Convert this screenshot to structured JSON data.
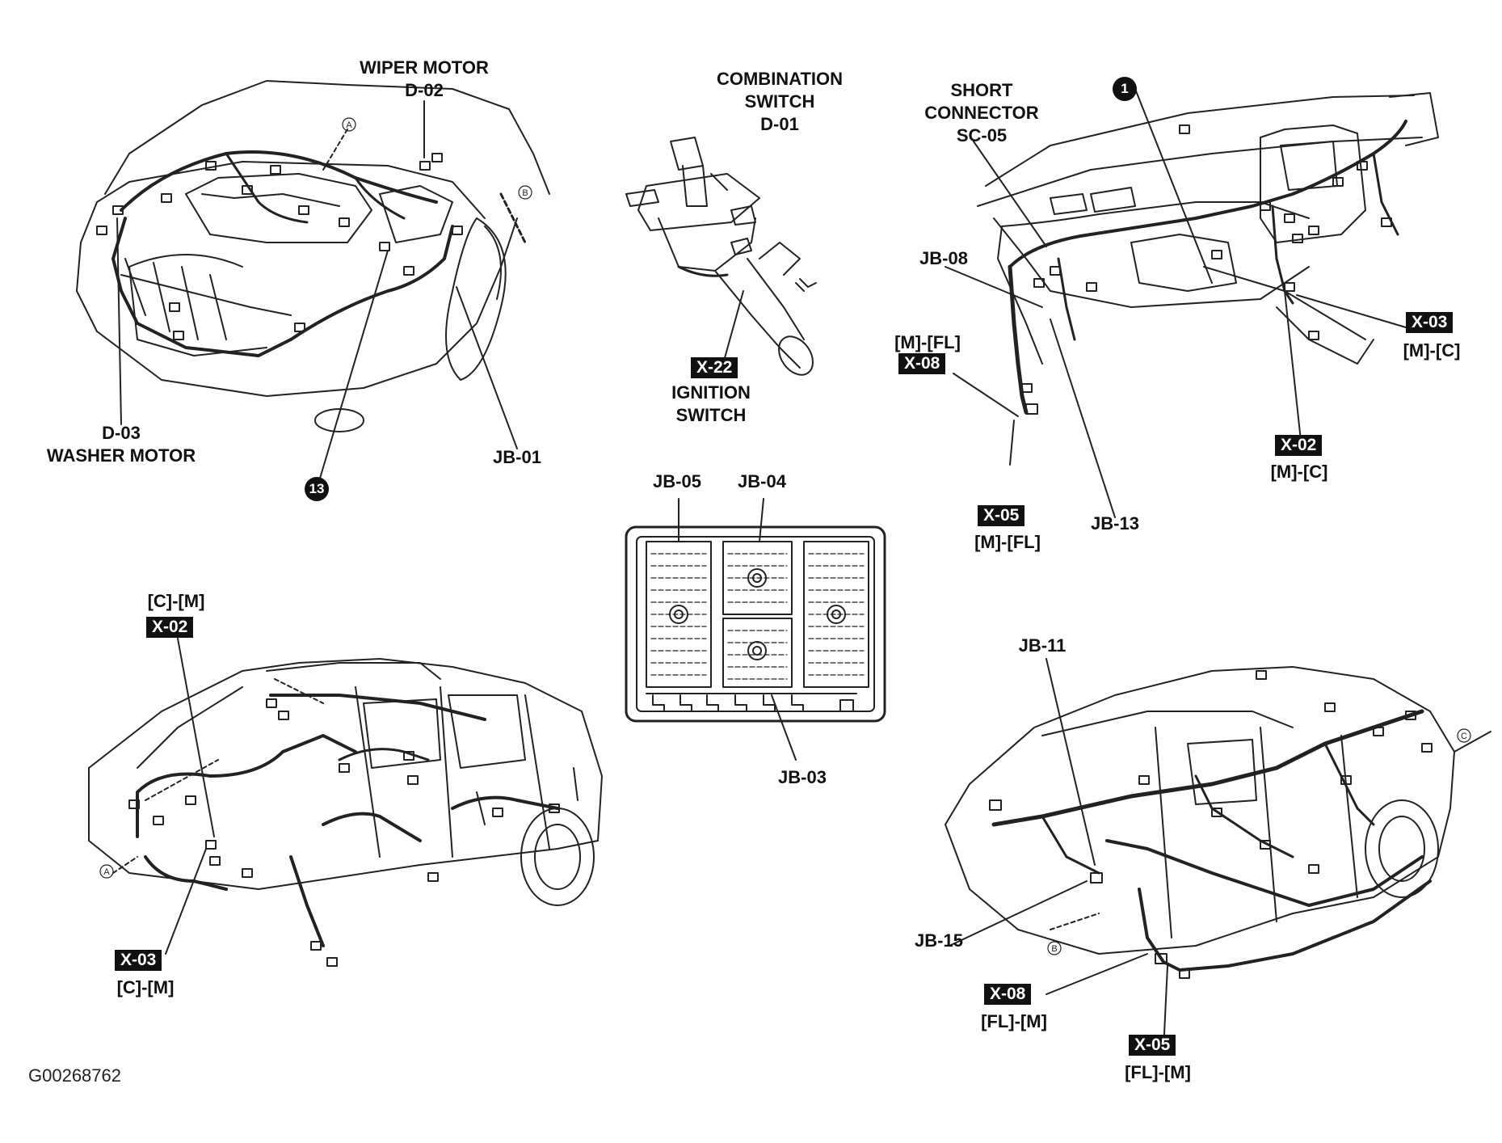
{
  "labels": {
    "wiper_motor_name": "WIPER MOTOR",
    "wiper_motor_code": "D-02",
    "combination_switch_line1": "COMBINATION",
    "combination_switch_line2": "SWITCH",
    "combination_switch_code": "D-01",
    "short_connector_line1": "SHORT",
    "short_connector_line2": "CONNECTOR",
    "short_connector_code": "SC-05",
    "washer_motor_code": "D-03",
    "washer_motor_name": "WASHER MOTOR",
    "jb01": "JB-01",
    "ignition_code": "X-22",
    "ignition_line1": "IGNITION",
    "ignition_line2": "SWITCH",
    "jb08": "JB-08",
    "x08_top_sub": "[M]-[FL]",
    "x08_top": "X-08",
    "x03_right": "X-03",
    "x03_right_sub": "[M]-[C]",
    "x02_right": "X-02",
    "x02_right_sub": "[M]-[C]",
    "x05_top": "X-05",
    "x05_top_sub": "[M]-[FL]",
    "jb13": "JB-13",
    "jb05": "JB-05",
    "jb04": "JB-04",
    "jb03": "JB-03",
    "x02_left_sub": "[C]-[M]",
    "x02_left": "X-02",
    "x03_left": "X-03",
    "x03_left_sub": "[C]-[M]",
    "jb11": "JB-11",
    "jb15": "JB-15",
    "x08_bottom": "X-08",
    "x08_bottom_sub": "[FL]-[M]",
    "x05_bottom": "X-05",
    "x05_bottom_sub": "[FL]-[M]",
    "circle_13": "13",
    "circle_1": "1",
    "figure_code": "G00268762"
  },
  "callout_letters": {
    "a": "A",
    "b": "B",
    "c": "C"
  }
}
